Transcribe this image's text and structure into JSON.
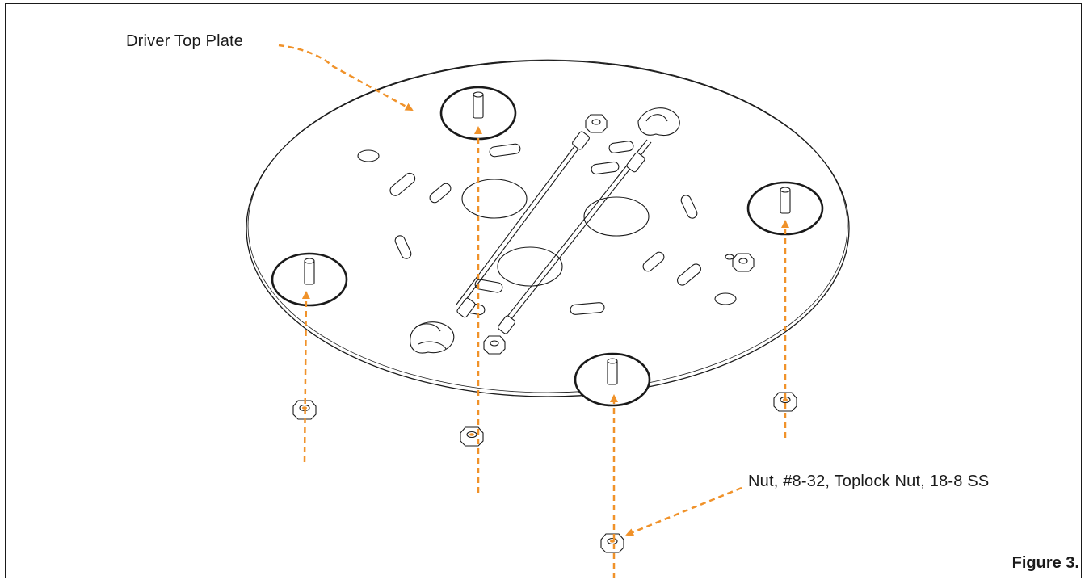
{
  "figure": {
    "label": "Figure 3.",
    "callouts": {
      "top_plate": "Driver Top Plate",
      "nut": "Nut, #8-32, Toplock Nut, 18-8 SS"
    }
  },
  "colors": {
    "leader_orange": "#F0922A",
    "line": "#1a1a1a",
    "background": "#ffffff"
  }
}
